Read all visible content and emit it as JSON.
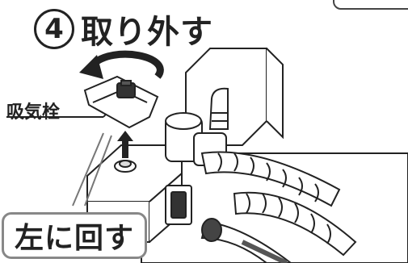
{
  "header": {
    "step_number": "4",
    "title": "取り外す"
  },
  "corner_badge": {
    "text": ""
  },
  "callout": {
    "part_name": "吸気栓"
  },
  "instruction": {
    "text": "左に回す"
  },
  "icons": [
    "rotate-counterclockwise-arrow",
    "up-arrow"
  ],
  "colors": {
    "line": "#222222",
    "bubble_border": "#888888",
    "background": "#ffffff"
  }
}
